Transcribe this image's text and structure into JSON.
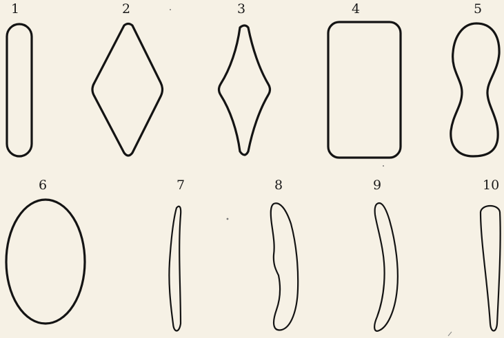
{
  "figures": [
    {
      "label": "1"
    },
    {
      "label": "2"
    },
    {
      "label": "3"
    },
    {
      "label": "4"
    },
    {
      "label": "5"
    },
    {
      "label": "6"
    },
    {
      "label": "7"
    },
    {
      "label": "8"
    },
    {
      "label": "9"
    },
    {
      "label": "10"
    }
  ]
}
